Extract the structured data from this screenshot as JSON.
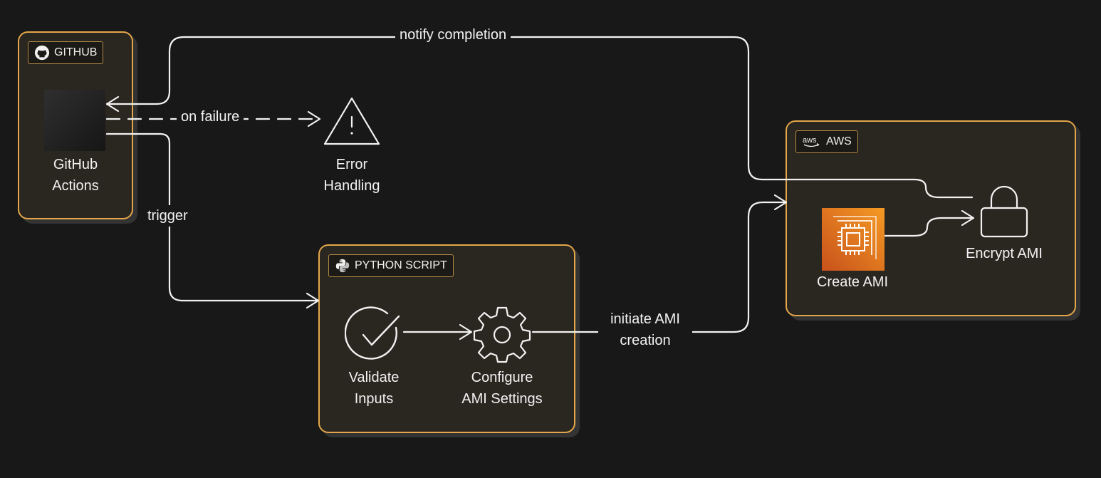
{
  "groups": {
    "github": {
      "label": "GITHUB"
    },
    "python": {
      "label": "PYTHON SCRIPT"
    },
    "aws": {
      "label": "AWS"
    }
  },
  "nodes": {
    "github_actions": {
      "label": "GitHub\nActions",
      "icon": "github-actions-icon"
    },
    "error_handling": {
      "label": "Error\nHandling",
      "icon": "warning-triangle-icon"
    },
    "validate_inputs": {
      "label": "Validate\nInputs",
      "icon": "check-circle-icon"
    },
    "configure_ami": {
      "label": "Configure\nAMI Settings",
      "icon": "gear-icon"
    },
    "create_ami": {
      "label": "Create AMI",
      "icon": "ec2-chip-icon"
    },
    "encrypt_ami": {
      "label": "Encrypt AMI",
      "icon": "lock-icon"
    }
  },
  "edges": {
    "notify": "notify completion",
    "failure": "on failure",
    "trigger": "trigger",
    "initiate": "initiate AMI\ncreation"
  },
  "colors": {
    "background": "#181818",
    "group_border": "#e3a64a",
    "group_fill": "#2a2620",
    "aws_orange": "#e8711c"
  }
}
